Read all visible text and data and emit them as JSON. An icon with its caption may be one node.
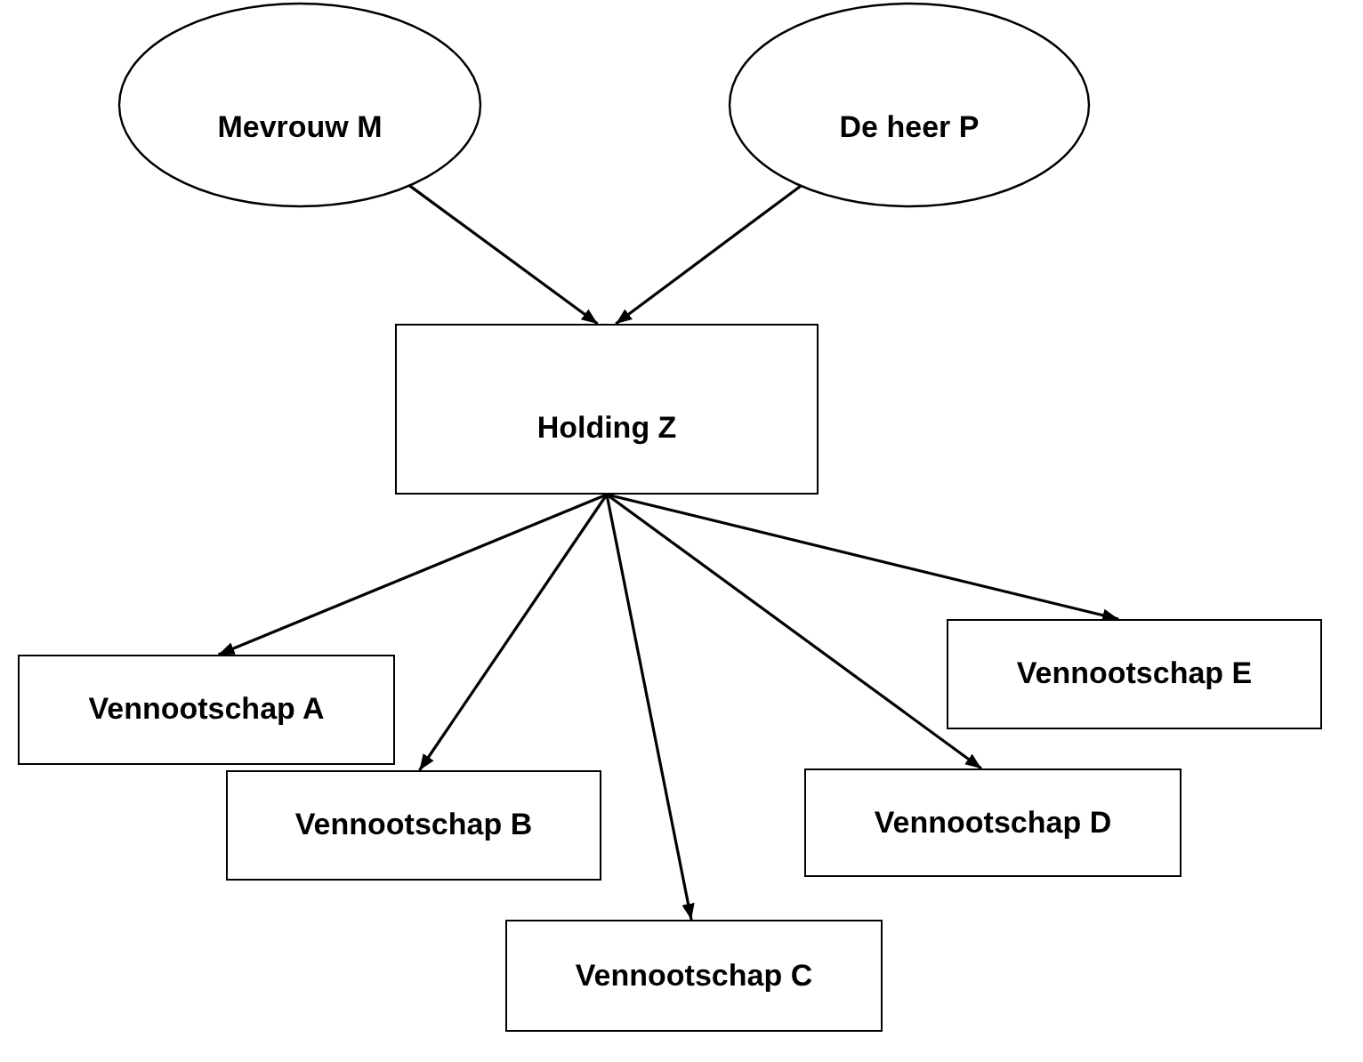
{
  "diagram": {
    "nodes": [
      {
        "text": [
          "Mevrouw M"
        ]
      },
      {
        "text": [
          "De heer P"
        ]
      },
      {
        "text": [
          "Holding Z"
        ]
      },
      {
        "text": [
          "Vennootschap A"
        ]
      },
      {
        "text": [
          "Vennootschap B"
        ]
      },
      {
        "text": [
          "Vennootschap C"
        ]
      },
      {
        "text": [
          "Vennootschap D"
        ]
      },
      {
        "text": [
          "Vennootschap E"
        ]
      }
    ],
    "edges": [
      {
        "from": 0,
        "to": 2,
        "arrow": "to"
      },
      {
        "from": 1,
        "to": 2,
        "arrow": "to"
      },
      {
        "from": 2,
        "to": 3,
        "arrow": "to"
      },
      {
        "from": 2,
        "to": 4,
        "arrow": "to"
      },
      {
        "from": 2,
        "to": 5,
        "arrow": "to"
      },
      {
        "from": 2,
        "to": 6,
        "arrow": "to"
      },
      {
        "from": 2,
        "to": 7,
        "arrow": "to"
      }
    ]
  }
}
